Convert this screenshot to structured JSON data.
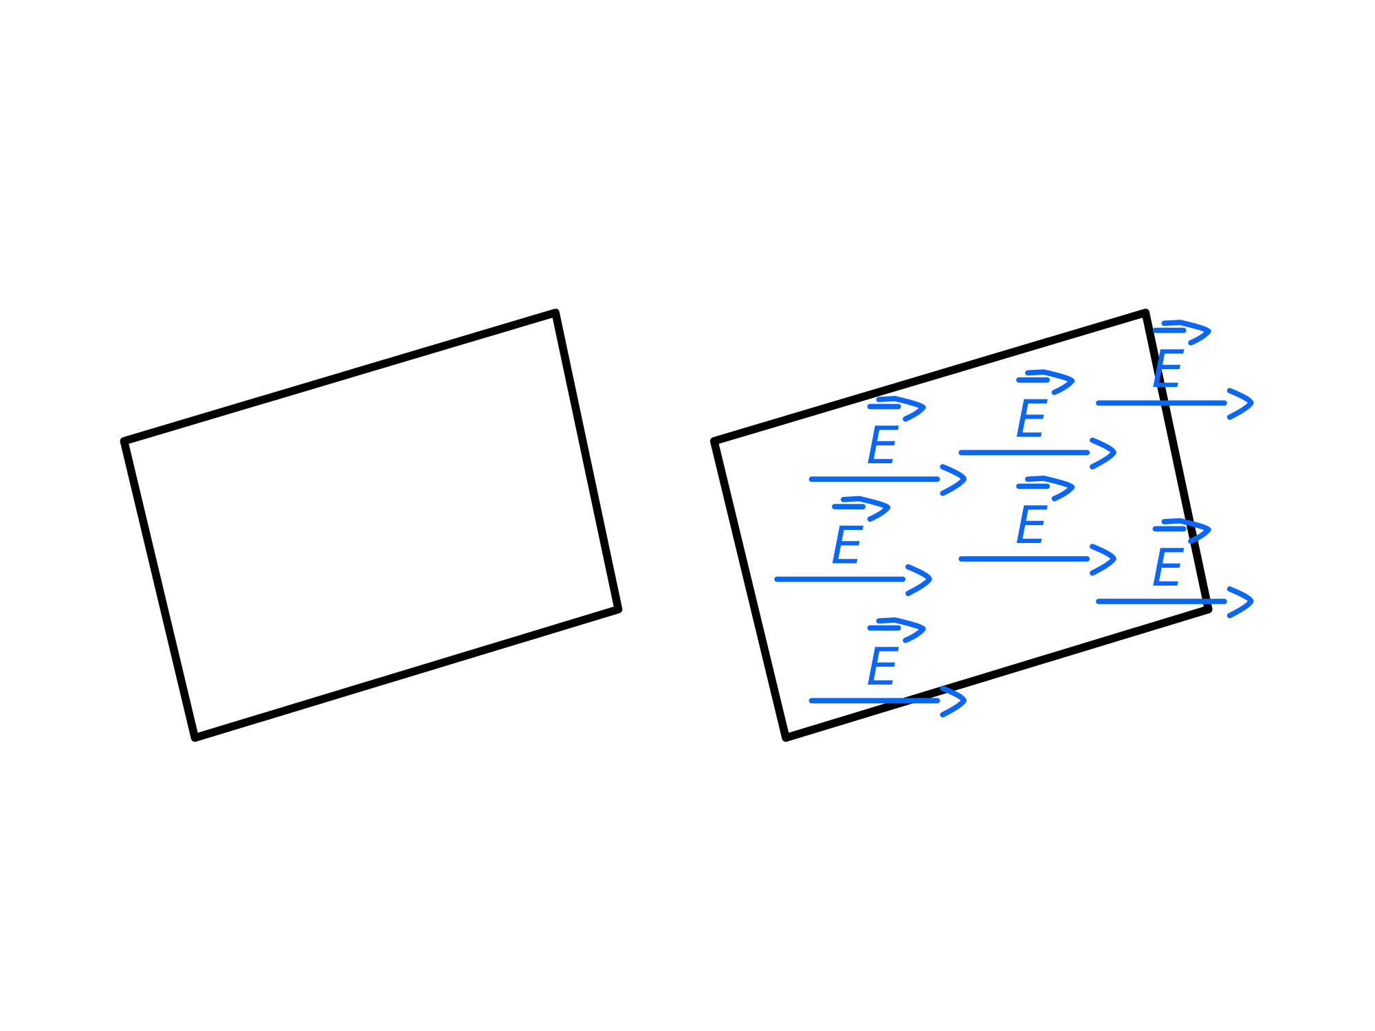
{
  "diagram": {
    "plates": [
      {
        "name": "plate-without-field",
        "has_field": false
      },
      {
        "name": "plate-with-field",
        "has_field": true
      }
    ],
    "field_vector": {
      "label": "E",
      "vector_notation": "overarrow",
      "direction": "right",
      "count": 7
    },
    "colors": {
      "outline": "#000000",
      "field": "#0a66f5",
      "background": "#ffffff"
    }
  }
}
